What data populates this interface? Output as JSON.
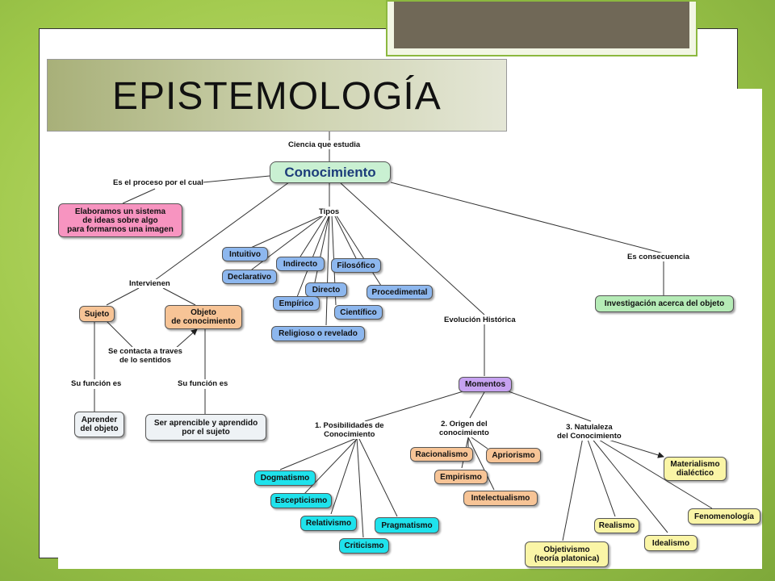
{
  "slide": {
    "title": "EPISTEMOLOGÍA"
  },
  "map": {
    "nodes": {
      "conocimiento": "Conocimiento",
      "elaboramos": "Elaboramos un sistema\nde ideas sobre algo\npara formarnos una imagen",
      "intuitivo": "Intuitivo",
      "indirecto": "Indirecto",
      "filosofico": "Filosófico",
      "declarativo": "Declarativo",
      "directo": "Directo",
      "procedimental": "Procedimental",
      "empirico": "Empírico",
      "cientifico": "Científico",
      "religioso": "Religioso o revelado",
      "sujeto": "Sujeto",
      "objeto": "Objeto\nde conocimiento",
      "investigacion": "Investigación acerca del objeto",
      "aprender": "Aprender\ndel objeto",
      "ser_aprensible": "Ser aprencible y aprendido\npor el sujeto",
      "momentos": "Momentos",
      "racionalismo": "Racionalismo",
      "apriorismo": "Apriorismo",
      "empirismo": "Empirismo",
      "intelectualismo": "Intelectualismo",
      "dogmatismo": "Dogmatismo",
      "escepticismo": "Escepticismo",
      "relativismo": "Relativismo",
      "pragmatismo": "Pragmatismo",
      "criticismo": "Criticismo",
      "materialismo": "Materialismo\ndialéctico",
      "fenomenologia": "Fenomenología",
      "realismo": "Realismo",
      "idealismo": "Idealismo",
      "objetivismo": "Objetivismo\n(teoría platonica)"
    },
    "labels": {
      "ciencia": "Ciencia que estudia",
      "proceso": "Es el proceso por el cual",
      "tipos": "Tipos",
      "intervienen": "Intervienen",
      "consecuencia": "Es consecuencia",
      "contacta": "Se contacta a traves\nde lo sentidos",
      "funcion1": "Su función es",
      "funcion2": "Su función es",
      "evolucion": "Evolución Histórica",
      "posibilidades": "1. Posibilidades de\nConocimiento",
      "origen": "2. Origen del\nconocimiento",
      "naturaleza": "3. Natulaleza\ndel Conocimiento"
    }
  }
}
